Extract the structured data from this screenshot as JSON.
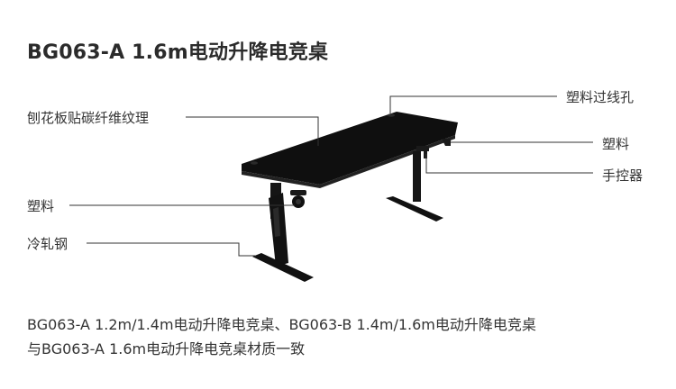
{
  "title": "BG063-A 1.6m电动升降电竞桌",
  "callouts": {
    "board": "刨花板贴碳纤维纹理",
    "plastic_left": "塑料",
    "steel": "冷轧钢",
    "cable_hole": "塑料过线孔",
    "plastic_right": "塑料",
    "controller": "手控器"
  },
  "captions": {
    "line1": "BG063-A 1.2m/1.4m电动升降电竞桌、BG063-B 1.4m/1.6m电动升降电竞桌",
    "line2": "与BG063-A 1.6m电动升降电竞桌材质一致"
  },
  "colors": {
    "desk": "#111111",
    "leader_line": "#333333",
    "text": "#333333"
  }
}
